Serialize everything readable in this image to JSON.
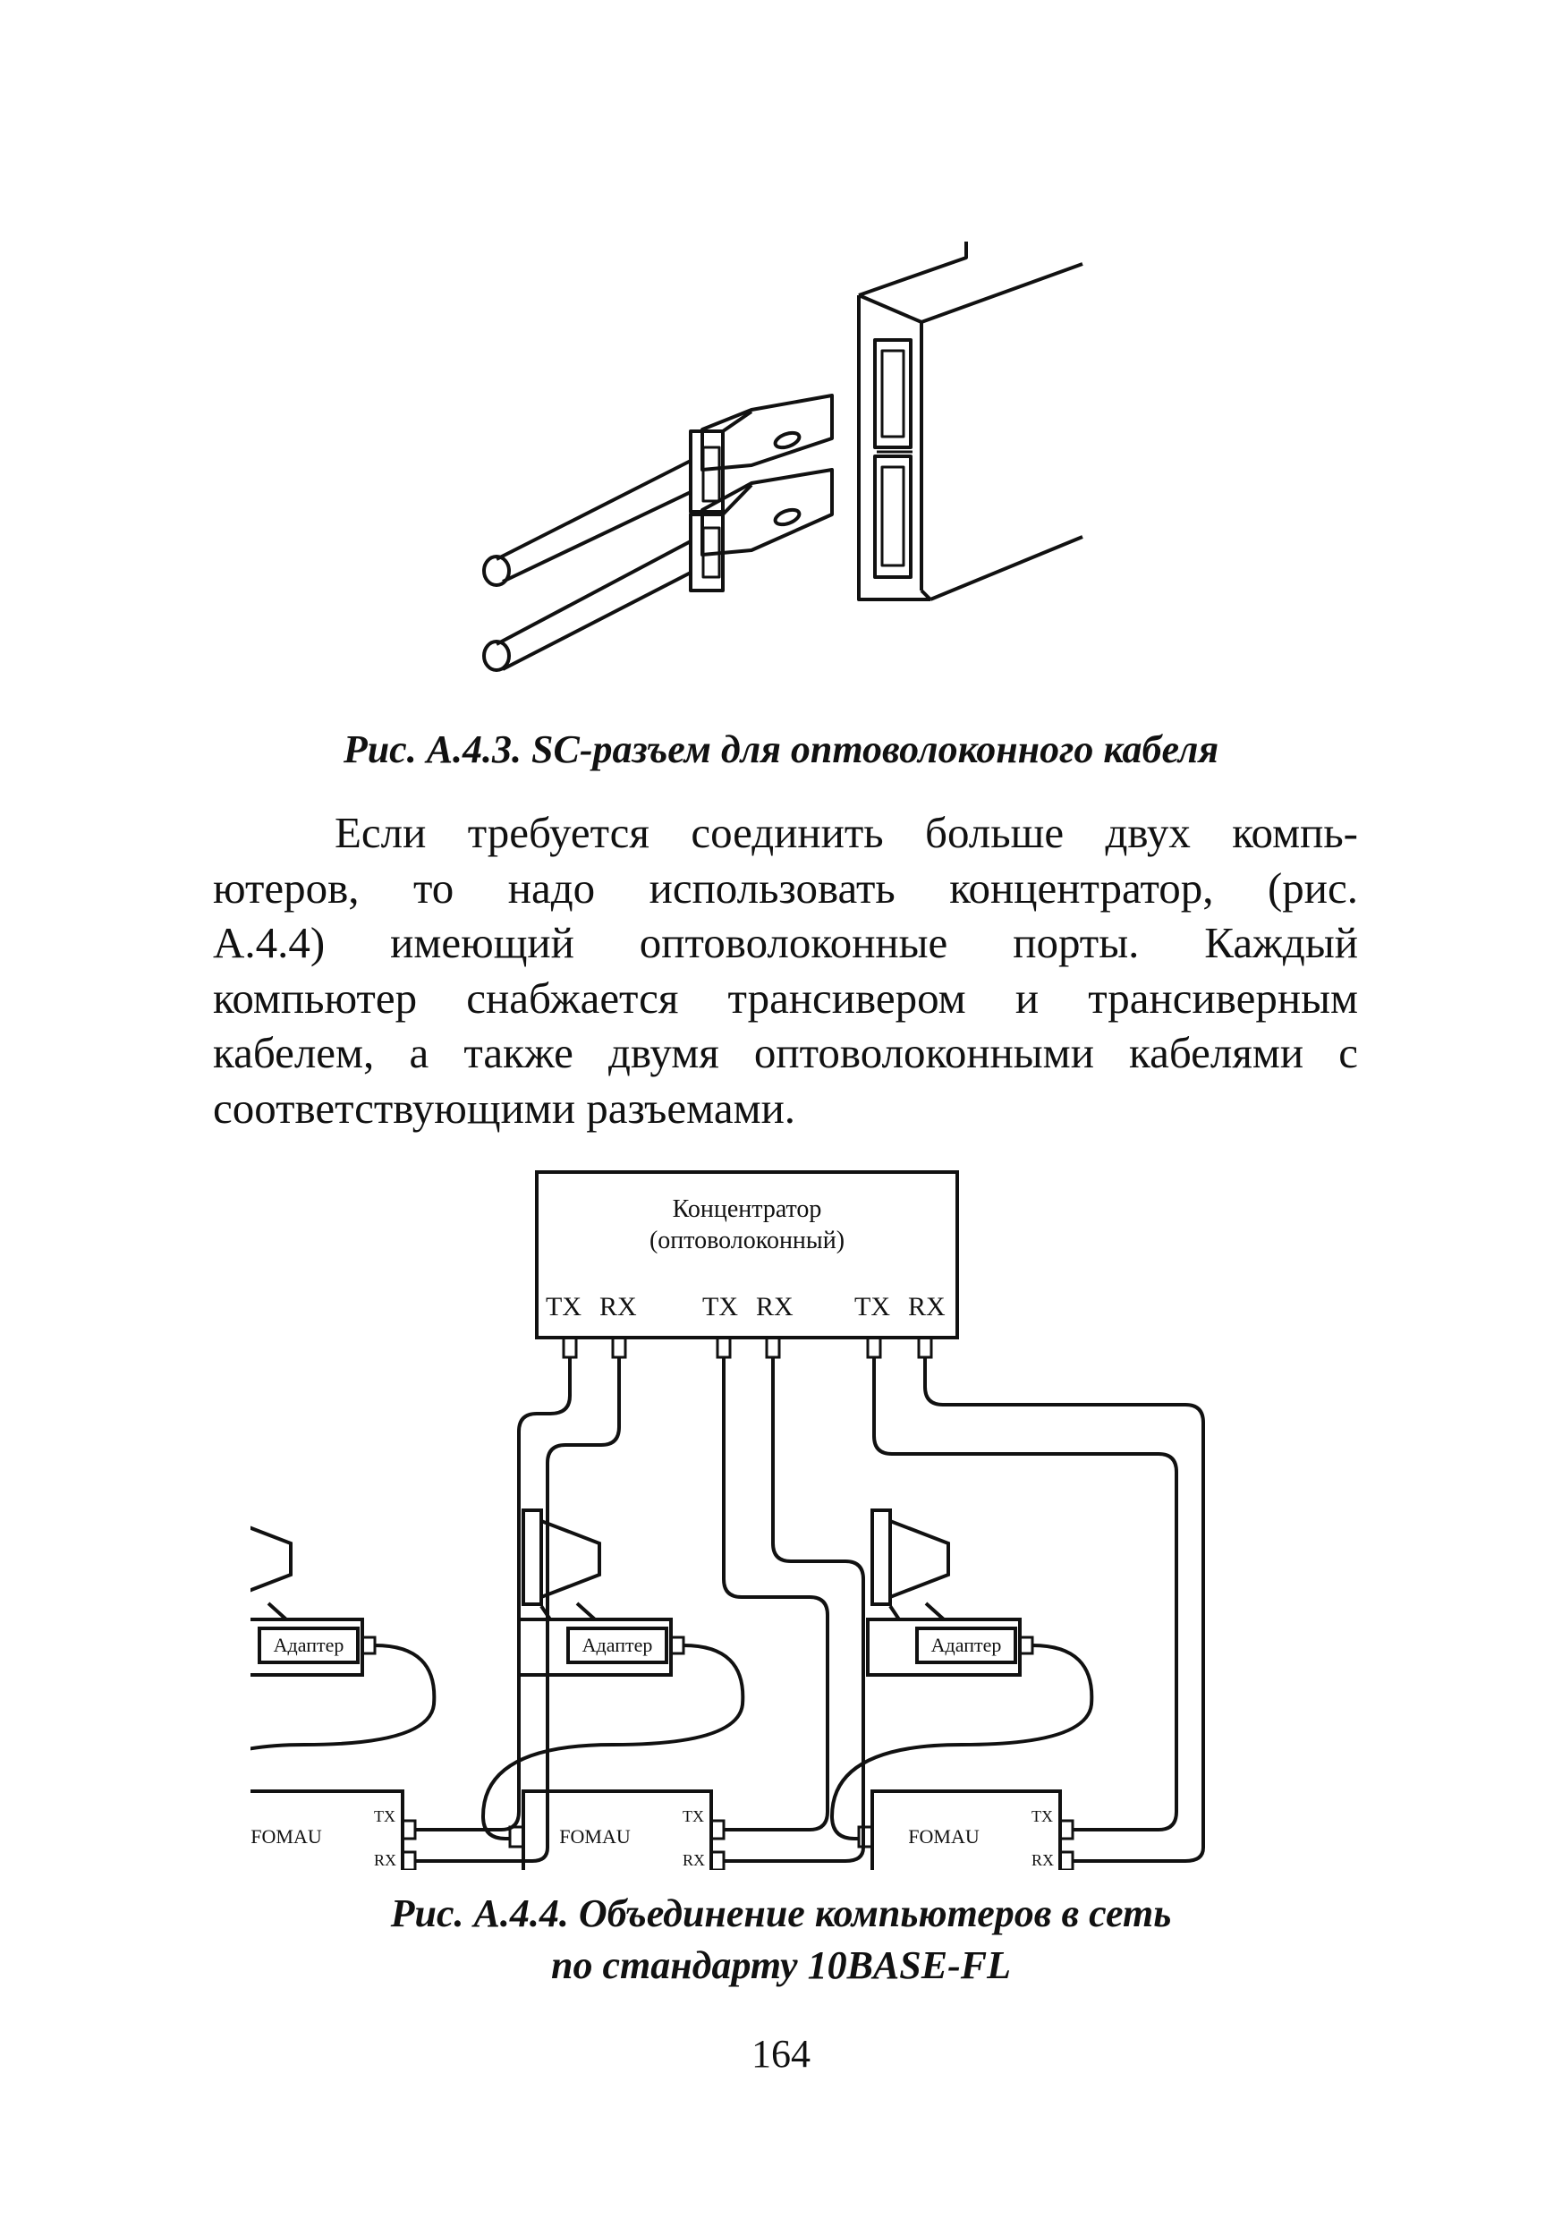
{
  "figure1": {
    "caption": "Рис. А.4.3. SC-разъем для оптоволоконного кабеля"
  },
  "paragraph": {
    "lines": [
      "Если требуется соединить больше двух компь-",
      "ютеров, то надо использовать концентратор, (рис.",
      "А.4.4) имеющий оптоволоконные порты. Каждый",
      "компьютер снабжается трансивером и трансиверным",
      "кабелем, а также двумя оптоволоконными кабелями с",
      "соответствующими разъемами."
    ]
  },
  "figure2": {
    "hub_title": "Концентратор",
    "hub_subtitle": "(оптоволоконный)",
    "port_tx": "TX",
    "port_rx": "RX",
    "adapter_label": "Адаптер",
    "fomau_label": "FOMAU",
    "caption_line1": "Рис. А.4.4. Объединение компьютеров в сеть",
    "caption_line2": "по стандарту 10BASE-FL"
  },
  "page_number": "164"
}
